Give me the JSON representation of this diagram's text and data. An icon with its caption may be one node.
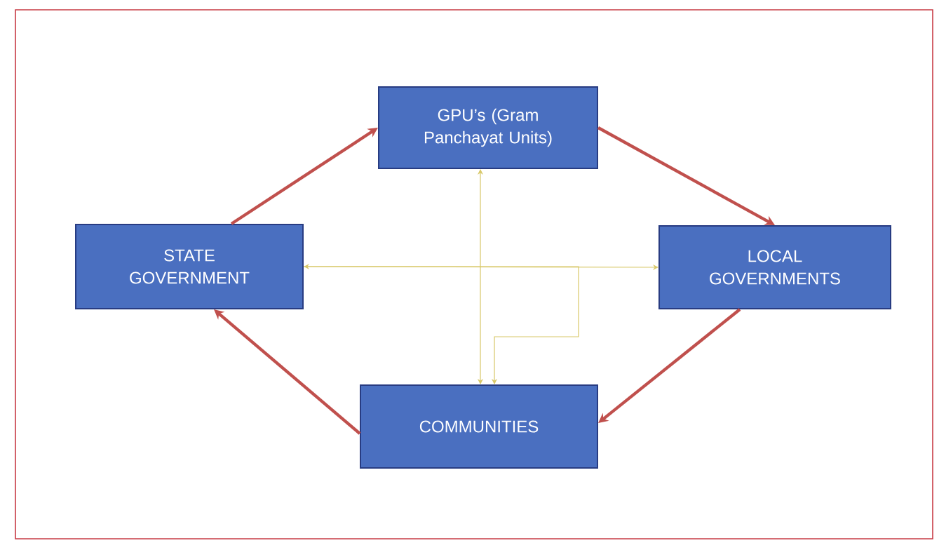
{
  "diagram": {
    "nodes": [
      {
        "text": [
          "GPU’s (Gram Panchayat Units)"
        ]
      },
      {
        "text": [
          "STATE GOVERNMENT"
        ]
      },
      {
        "text": [
          "LOCAL GOVERNMENTS"
        ]
      },
      {
        "text": [
          "COMMUNITIES"
        ]
      }
    ],
    "edges": [
      {
        "from": 1,
        "to": 0,
        "arrow": "to"
      },
      {
        "from": 0,
        "to": 2,
        "arrow": "to"
      },
      {
        "from": 2,
        "to": 3,
        "arrow": "to"
      },
      {
        "from": 3,
        "to": 1,
        "arrow": "to"
      },
      {
        "from": 0,
        "to": 3,
        "arrow": "both",
        "color": "#d8c868"
      },
      {
        "from": 1,
        "to": 2,
        "arrow": "both",
        "color": "#d8c868"
      },
      {
        "from": 1,
        "to": 3,
        "arrow": "to",
        "color": "#d8c868"
      }
    ]
  }
}
